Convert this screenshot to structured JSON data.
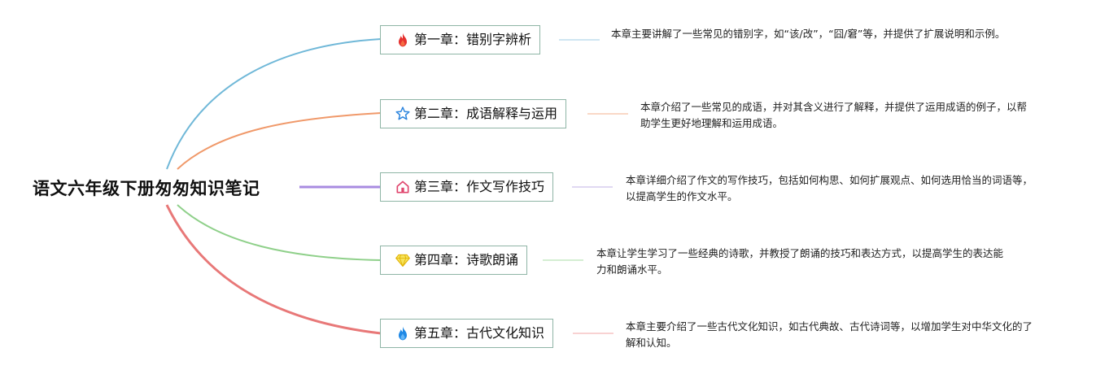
{
  "root": {
    "title": "语文六年级下册匆匆知识笔记"
  },
  "chapters": [
    {
      "label": "第一章：错别字辨析",
      "icon": "fire-icon",
      "color": "#70b8d8",
      "description": "本章主要讲解了一些常见的错别字，如“该/改”，“囧/窘”等，并提供了扩展说明和示例。"
    },
    {
      "label": "第二章：成语解释与运用",
      "icon": "star-outline-icon",
      "color": "#f0996a",
      "description": "本章介绍了一些常见的成语，并对其含义进行了解释，并提供了运用成语的例子，以帮助学生更好地理解和运用成语。"
    },
    {
      "label": "第三章：作文写作技巧",
      "icon": "house-icon",
      "color": "#a98be0",
      "description": "本章详细介绍了作文的写作技巧，包括如何构思、如何扩展观点、如何选用恰当的词语等，以提高学生的作文水平。"
    },
    {
      "label": "第四章：诗歌朗诵",
      "icon": "diamond-icon",
      "color": "#8fd08a",
      "description": "本章让学生学习了一些经典的诗歌，并教授了朗诵的技巧和表达方式，以提高学生的表达能力和朗诵水平。"
    },
    {
      "label": "第五章：古代文化知识",
      "icon": "water-drop-fire-icon",
      "color": "#e87878",
      "description": "本章主要介绍了一些古代文化知识，如古代典故、古代诗词等，以增加学生对中华文化的了解和认知。"
    }
  ]
}
